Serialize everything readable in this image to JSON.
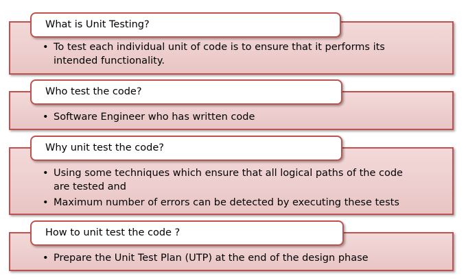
{
  "sections": [
    {
      "title": "What is Unit Testing?",
      "bullets": [
        "To test each individual unit of code is to ensure that it performs its intended functionality."
      ]
    },
    {
      "title": "Who test the code?",
      "bullets": [
        "Software Engineer who has written code"
      ]
    },
    {
      "title": "Why unit test the code?",
      "bullets": [
        "Using some techniques which ensure that all logical paths of the code are tested and",
        "Maximum number of errors can be detected by executing these tests"
      ]
    },
    {
      "title": "How to unit test the code ?",
      "bullets": [
        "Prepare the Unit Test Plan (UTP) at the end of the design phase"
      ]
    }
  ],
  "bullet_symbol": "•",
  "colors": {
    "border": "#c0504d",
    "panel_fill": "#efd0d0",
    "label_fill": "#ffffff"
  }
}
